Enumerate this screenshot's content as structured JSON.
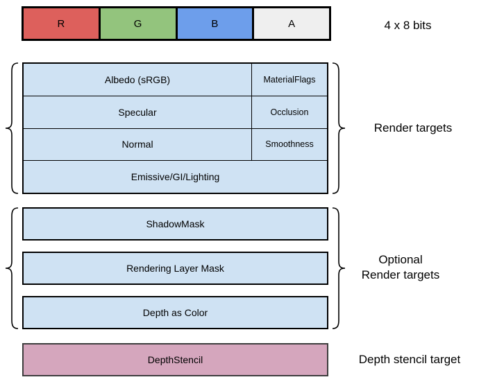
{
  "diagram": {
    "bits_caption": "4 x 8 bits",
    "channels": [
      {
        "label": "R",
        "color": "#dd605c"
      },
      {
        "label": "G",
        "color": "#93c47d"
      },
      {
        "label": "B",
        "color": "#6d9eeb"
      },
      {
        "label": "A",
        "color": "#efefef"
      }
    ],
    "render_targets": {
      "label": "Render targets",
      "fill": "#cfe2f3",
      "rows": [
        {
          "main": "Albedo (sRGB)",
          "alpha": "MaterialFlags"
        },
        {
          "main": "Specular",
          "alpha": "Occlusion"
        },
        {
          "main": "Normal",
          "alpha": "Smoothness"
        },
        {
          "main": "Emissive/GI/Lighting"
        }
      ]
    },
    "optional_render_targets": {
      "label_lines": [
        "Optional",
        "Render targets"
      ],
      "fill": "#cfe2f3",
      "rows": [
        "ShadowMask",
        "Rendering Layer Mask",
        "Depth as Color"
      ]
    },
    "depth_stencil": {
      "label": "Depth stencil target",
      "row": "DepthStencil",
      "fill": "#d5a6bd"
    }
  }
}
